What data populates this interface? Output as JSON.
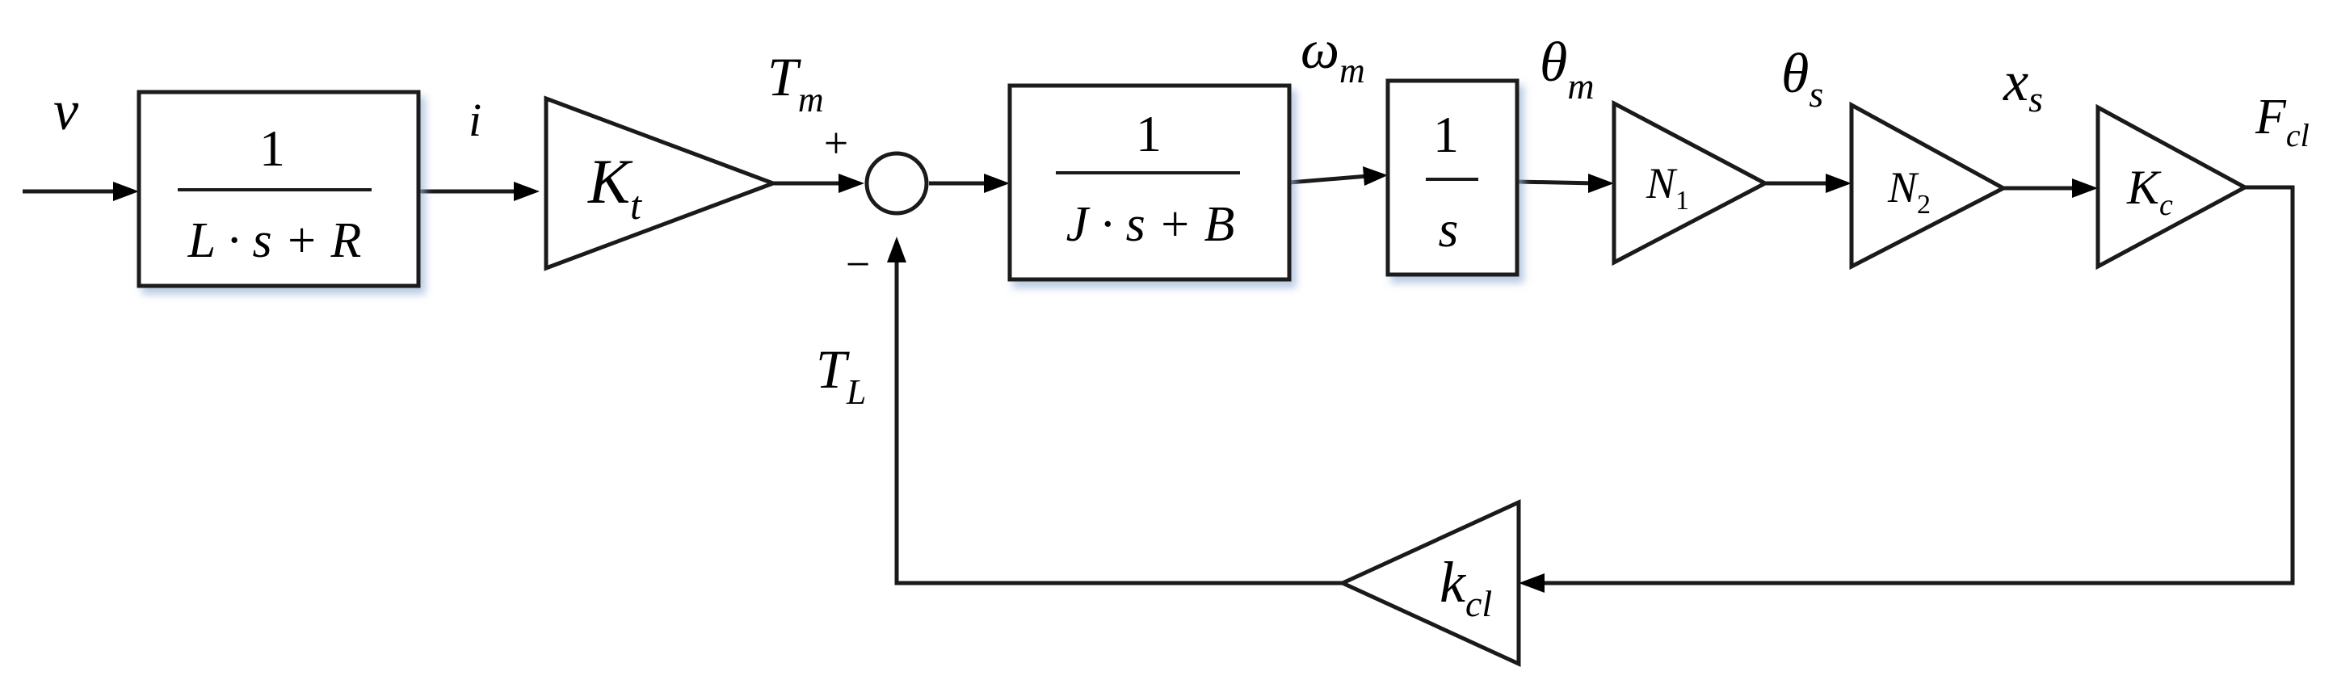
{
  "diagram": {
    "signals": {
      "input": {
        "main": "v",
        "sub": ""
      },
      "current": {
        "main": "i",
        "sub": ""
      },
      "motor_torque": {
        "main": "T",
        "sub": "m"
      },
      "speed": {
        "main": "ω",
        "sub": "m"
      },
      "motor_angle": {
        "main": "θ",
        "sub": "m"
      },
      "shaft_angle": {
        "main": "θ",
        "sub": "s"
      },
      "displacement": {
        "main": "x",
        "sub": "s"
      },
      "force": {
        "main": "F",
        "sub": "cl"
      },
      "load_torque": {
        "main": "T",
        "sub": "L"
      }
    },
    "sum_signs": {
      "plus": "+",
      "minus": "−"
    },
    "blocks": {
      "electrical": {
        "numerator": "1",
        "denominator": "L · s + R"
      },
      "mechanical": {
        "numerator": "1",
        "denominator": "J · s + B"
      },
      "integrator": {
        "numerator": "1",
        "denominator": "s"
      }
    },
    "gains": {
      "torque_constant": {
        "main": "K",
        "sub": "t"
      },
      "gear_n1": {
        "main": "N",
        "sub": "1"
      },
      "gear_n2": {
        "main": "N",
        "sub": "2"
      },
      "stiffness": {
        "main": "K",
        "sub": "c"
      },
      "feedback": {
        "main": "k",
        "sub": "cl"
      }
    }
  }
}
